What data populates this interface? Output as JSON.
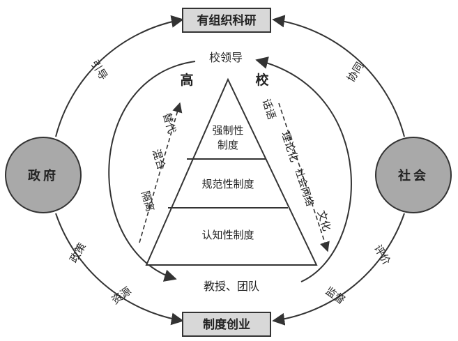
{
  "top_box": {
    "label": "有组织科研"
  },
  "bottom_box": {
    "label": "制度创业"
  },
  "left_node": {
    "label": "政府"
  },
  "right_node": {
    "label": "社会"
  },
  "outer_labels": {
    "upper_left": "引导",
    "upper_right": "协同",
    "lower_left_1": "政策",
    "lower_left_2": "资源",
    "lower_right_1": "评价",
    "lower_right_2": "监督"
  },
  "school_leader": "校领导",
  "gao": "高",
  "xiao": "校",
  "left_mechanisms": {
    "line1": "替代",
    "line2": "混合",
    "line3": "隔离"
  },
  "right_mechanisms": {
    "line1": "话语",
    "line2": "理论化",
    "line3": "社会网络",
    "line4": "文化"
  },
  "pyramid": {
    "top_line1": "强制性",
    "top_line2": "制度",
    "middle": "规范性制度",
    "bottom": "认知性制度"
  },
  "faculty_team": "教授、团队",
  "colors": {
    "box_fill": "#d8d8d8",
    "node_fill": "#a9a9a9",
    "stroke": "#333333",
    "text": "#222222"
  }
}
